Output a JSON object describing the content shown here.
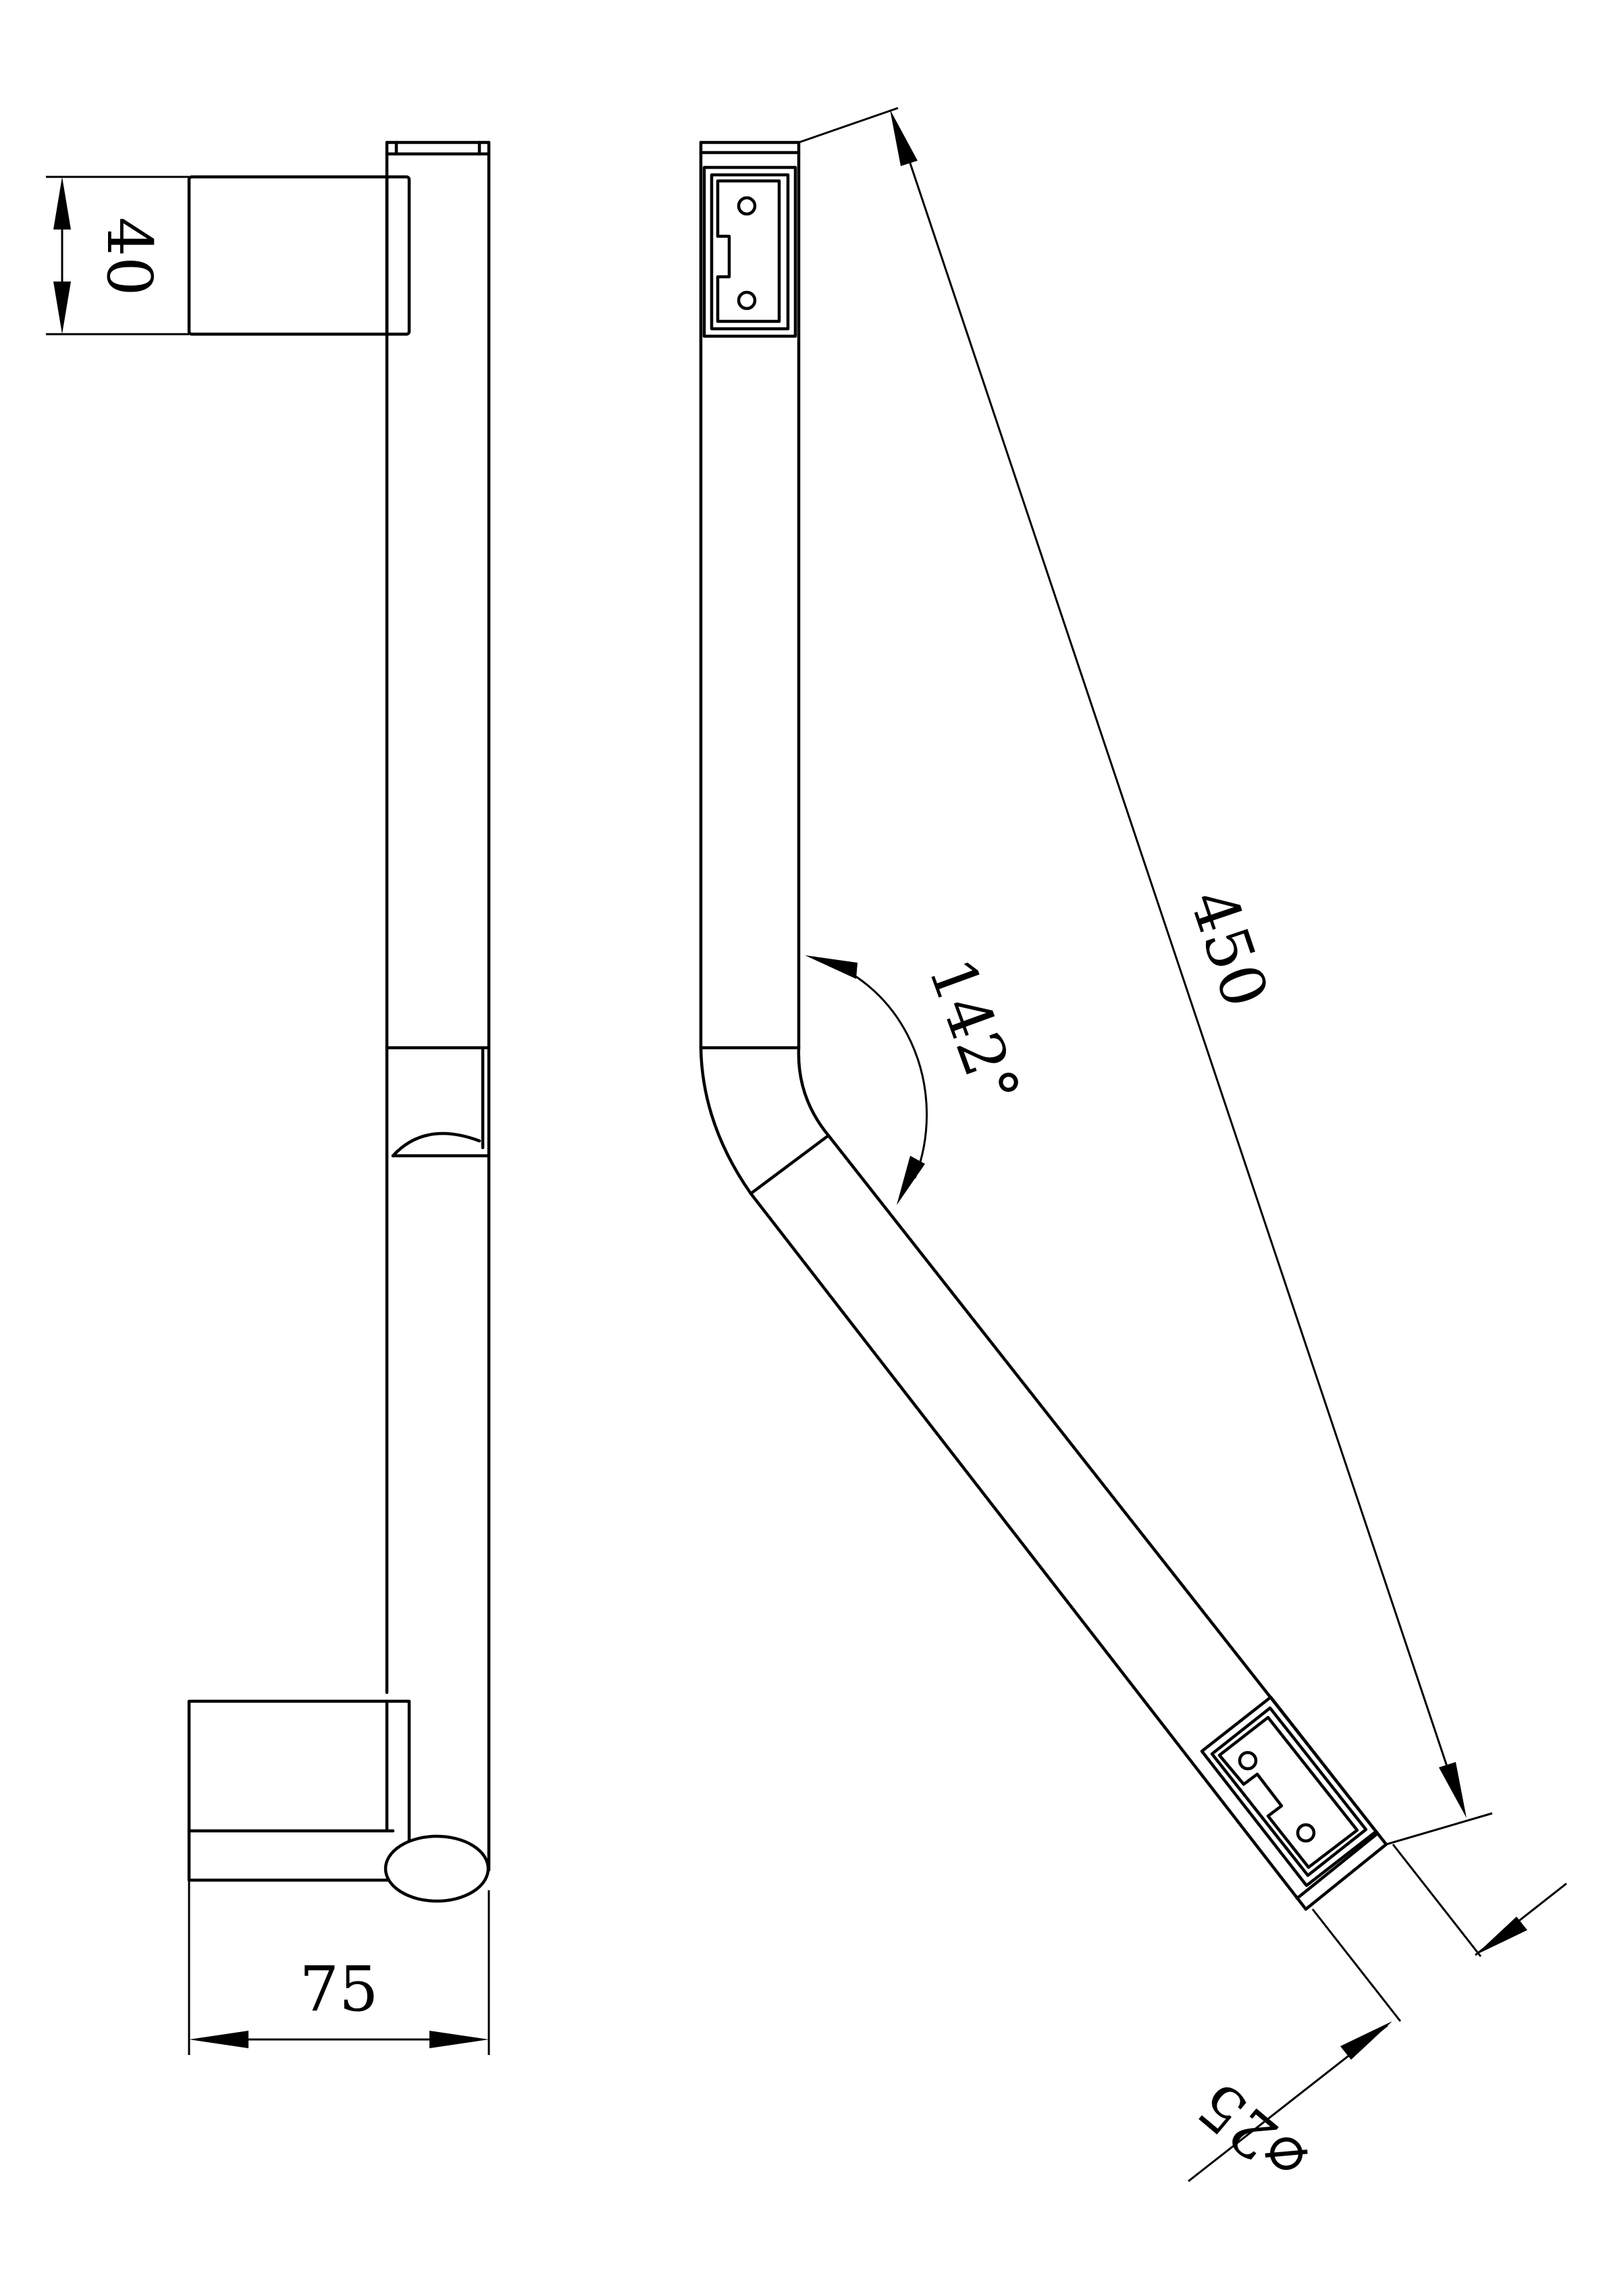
{
  "drawing": {
    "dimensions": {
      "height_label": "40",
      "width_label": "75",
      "length_label": "450",
      "angle_label": "142°",
      "diameter_label": "⌀25"
    }
  }
}
